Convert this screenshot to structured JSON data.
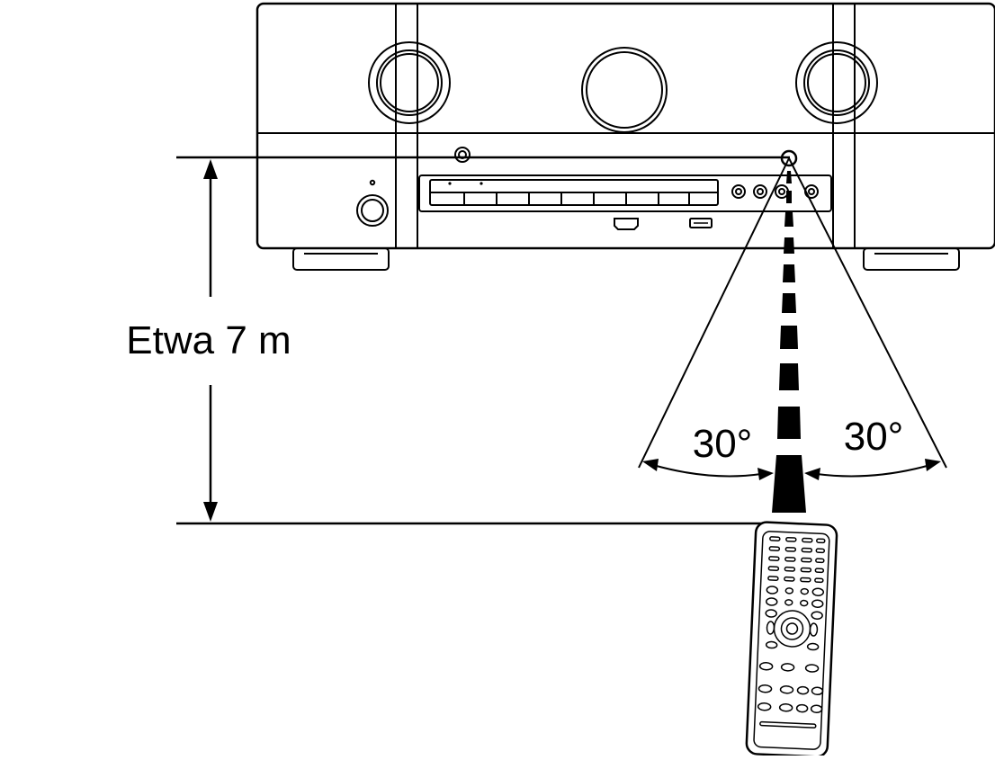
{
  "diagram": {
    "distance_label": "Etwa 7 m",
    "angle_left_label": "30°",
    "angle_right_label": "30°"
  },
  "colors": {
    "line": "#000000",
    "background": "#ffffff"
  }
}
